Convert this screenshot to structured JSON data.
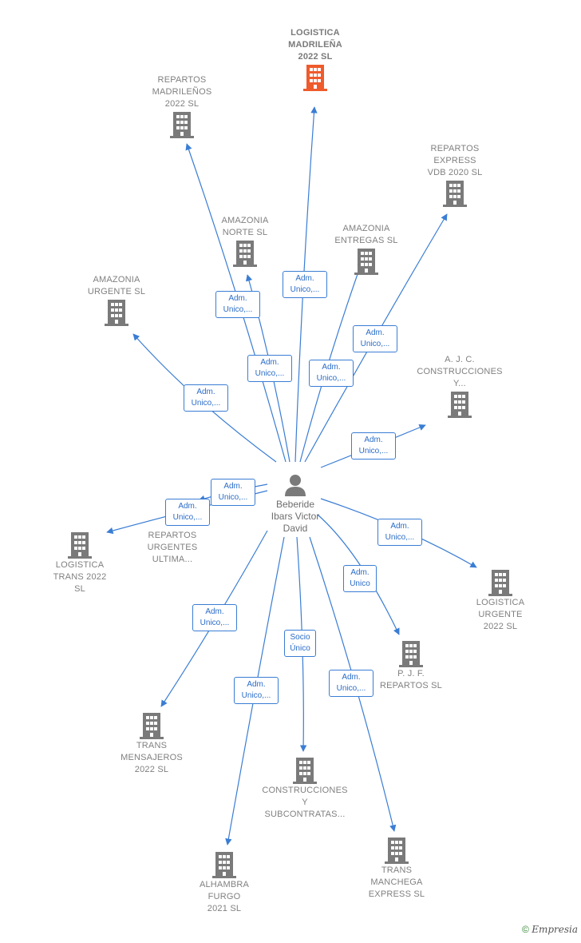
{
  "center": {
    "name": "Beberide\nIbars Victor\nDavid"
  },
  "companies": [
    {
      "id": "logistica-madrilena",
      "name": "LOGISTICA\nMADRILEÑA\n2022  SL",
      "highlight": true
    },
    {
      "id": "repartos-madrilenos",
      "name": "REPARTOS\nMADRILEÑOS\n2022  SL"
    },
    {
      "id": "repartos-express",
      "name": "REPARTOS\nEXPRESS\nVDB 2020  SL"
    },
    {
      "id": "amazonia-norte",
      "name": "AMAZONIA\nNORTE  SL"
    },
    {
      "id": "amazonia-entregas",
      "name": "AMAZONIA\nENTREGAS  SL"
    },
    {
      "id": "amazonia-urgente",
      "name": "AMAZONIA\nURGENTE  SL"
    },
    {
      "id": "ajc-construcciones",
      "name": "A.  J. C.\nCONSTRUCCIONES\nY..."
    },
    {
      "id": "repartos-urgentes",
      "name": "REPARTOS\nURGENTES\nULTIMA..."
    },
    {
      "id": "logistica-trans",
      "name": "LOGISTICA\nTRANS 2022\nSL"
    },
    {
      "id": "logistica-urgente",
      "name": "LOGISTICA\nURGENTE\n2022  SL"
    },
    {
      "id": "pjf-repartos",
      "name": "P.  J. F.\nREPARTOS  SL"
    },
    {
      "id": "trans-mensajeros",
      "name": "TRANS\nMENSAJEROS\n2022  SL"
    },
    {
      "id": "construcciones-subcontratas",
      "name": "CONSTRUCCIONES\nY\nSUBCONTRATAS..."
    },
    {
      "id": "trans-manchega",
      "name": "TRANS\nMANCHEGA\nEXPRESS  SL"
    },
    {
      "id": "alhambra-furgo",
      "name": "ALHAMBRA\nFURGO\n2021  SL"
    }
  ],
  "relations": [
    {
      "id": "r-madrilena",
      "label": "Adm.\nUnico,..."
    },
    {
      "id": "r-madrilenos",
      "label": "Adm.\nUnico,..."
    },
    {
      "id": "r-norte",
      "label": "Adm.\nUnico,..."
    },
    {
      "id": "r-express",
      "label": "Adm.\nUnico,..."
    },
    {
      "id": "r-entregas",
      "label": "Adm.\nUnico,..."
    },
    {
      "id": "r-urgente",
      "label": "Adm.\nUnico,..."
    },
    {
      "id": "r-ajc",
      "label": "Adm.\nUnico,..."
    },
    {
      "id": "r-urgentes",
      "label": "Adm.\nUnico,..."
    },
    {
      "id": "r-logtrans",
      "label": "Adm.\nUnico,..."
    },
    {
      "id": "r-logurgente",
      "label": "Adm.\nUnico,..."
    },
    {
      "id": "r-pjf",
      "label": "Adm.\nUnico"
    },
    {
      "id": "r-mensajeros",
      "label": "Adm.\nUnico,..."
    },
    {
      "id": "r-construcciones",
      "label": "Socio\nÚnico"
    },
    {
      "id": "r-manchega",
      "label": "Adm.\nUnico,..."
    },
    {
      "id": "r-alhambra",
      "label": "Adm.\nUnico,..."
    }
  ],
  "colors": {
    "edge": "#3a7dd4",
    "building": "#7a7a7a",
    "highlight_building": "#ef5b2c"
  },
  "credit": {
    "copyright": "©",
    "brand": "Empresia"
  }
}
